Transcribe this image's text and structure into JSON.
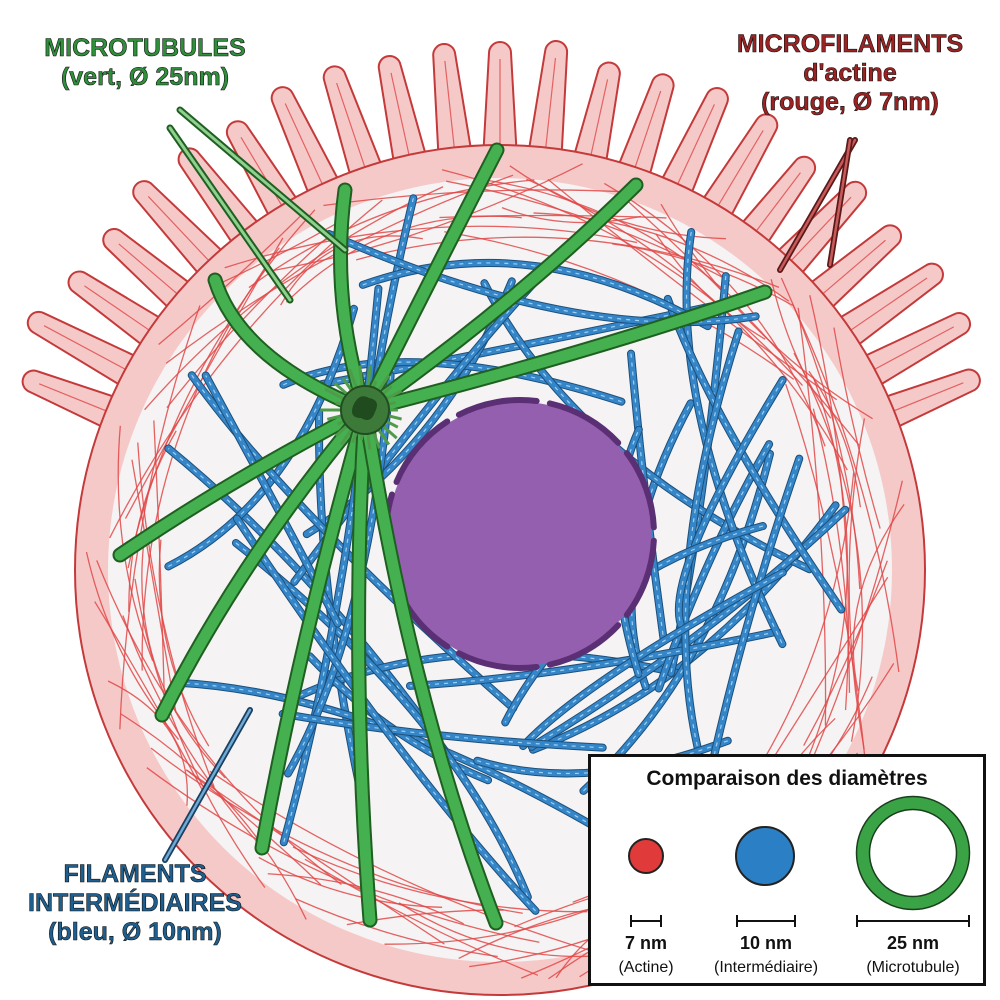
{
  "labels": {
    "microtubules": {
      "line1": "MICROTUBULES",
      "line2": "(vert, Ø 25nm)",
      "color": "#2f8f3b"
    },
    "microfilaments": {
      "line1": "MICROFILAMENTS",
      "line2": "d'actine",
      "line3": "(rouge, Ø 7nm)",
      "color": "#9b2323"
    },
    "intermediate": {
      "line1": "FILAMENTS",
      "line2": "INTERMÉDIAIRES",
      "line3": "(bleu, Ø 10nm)",
      "color": "#1f5f8f"
    }
  },
  "legend": {
    "title": "Comparaison des diamètres",
    "items": [
      {
        "size": "7 nm",
        "name": "(Actine)",
        "color": "#e03a3a"
      },
      {
        "size": "10 nm",
        "name": "(Intermédiaire)",
        "color": "#2b7fc4"
      },
      {
        "size": "25 nm",
        "name": "(Microtubule)",
        "color": "#3aa346"
      }
    ]
  },
  "colors": {
    "actin": "#e04848",
    "cortex": "#f6c9c9",
    "intermediate": "#3586c8",
    "microtubule": "#45b04f",
    "microtubule_outline": "#1f5f22",
    "centrosome": "#3d7a3a",
    "nucleus": "#955fb0",
    "nuclear_envelope": "#5b2f73",
    "cytoplasm": "#f5f3f3"
  }
}
